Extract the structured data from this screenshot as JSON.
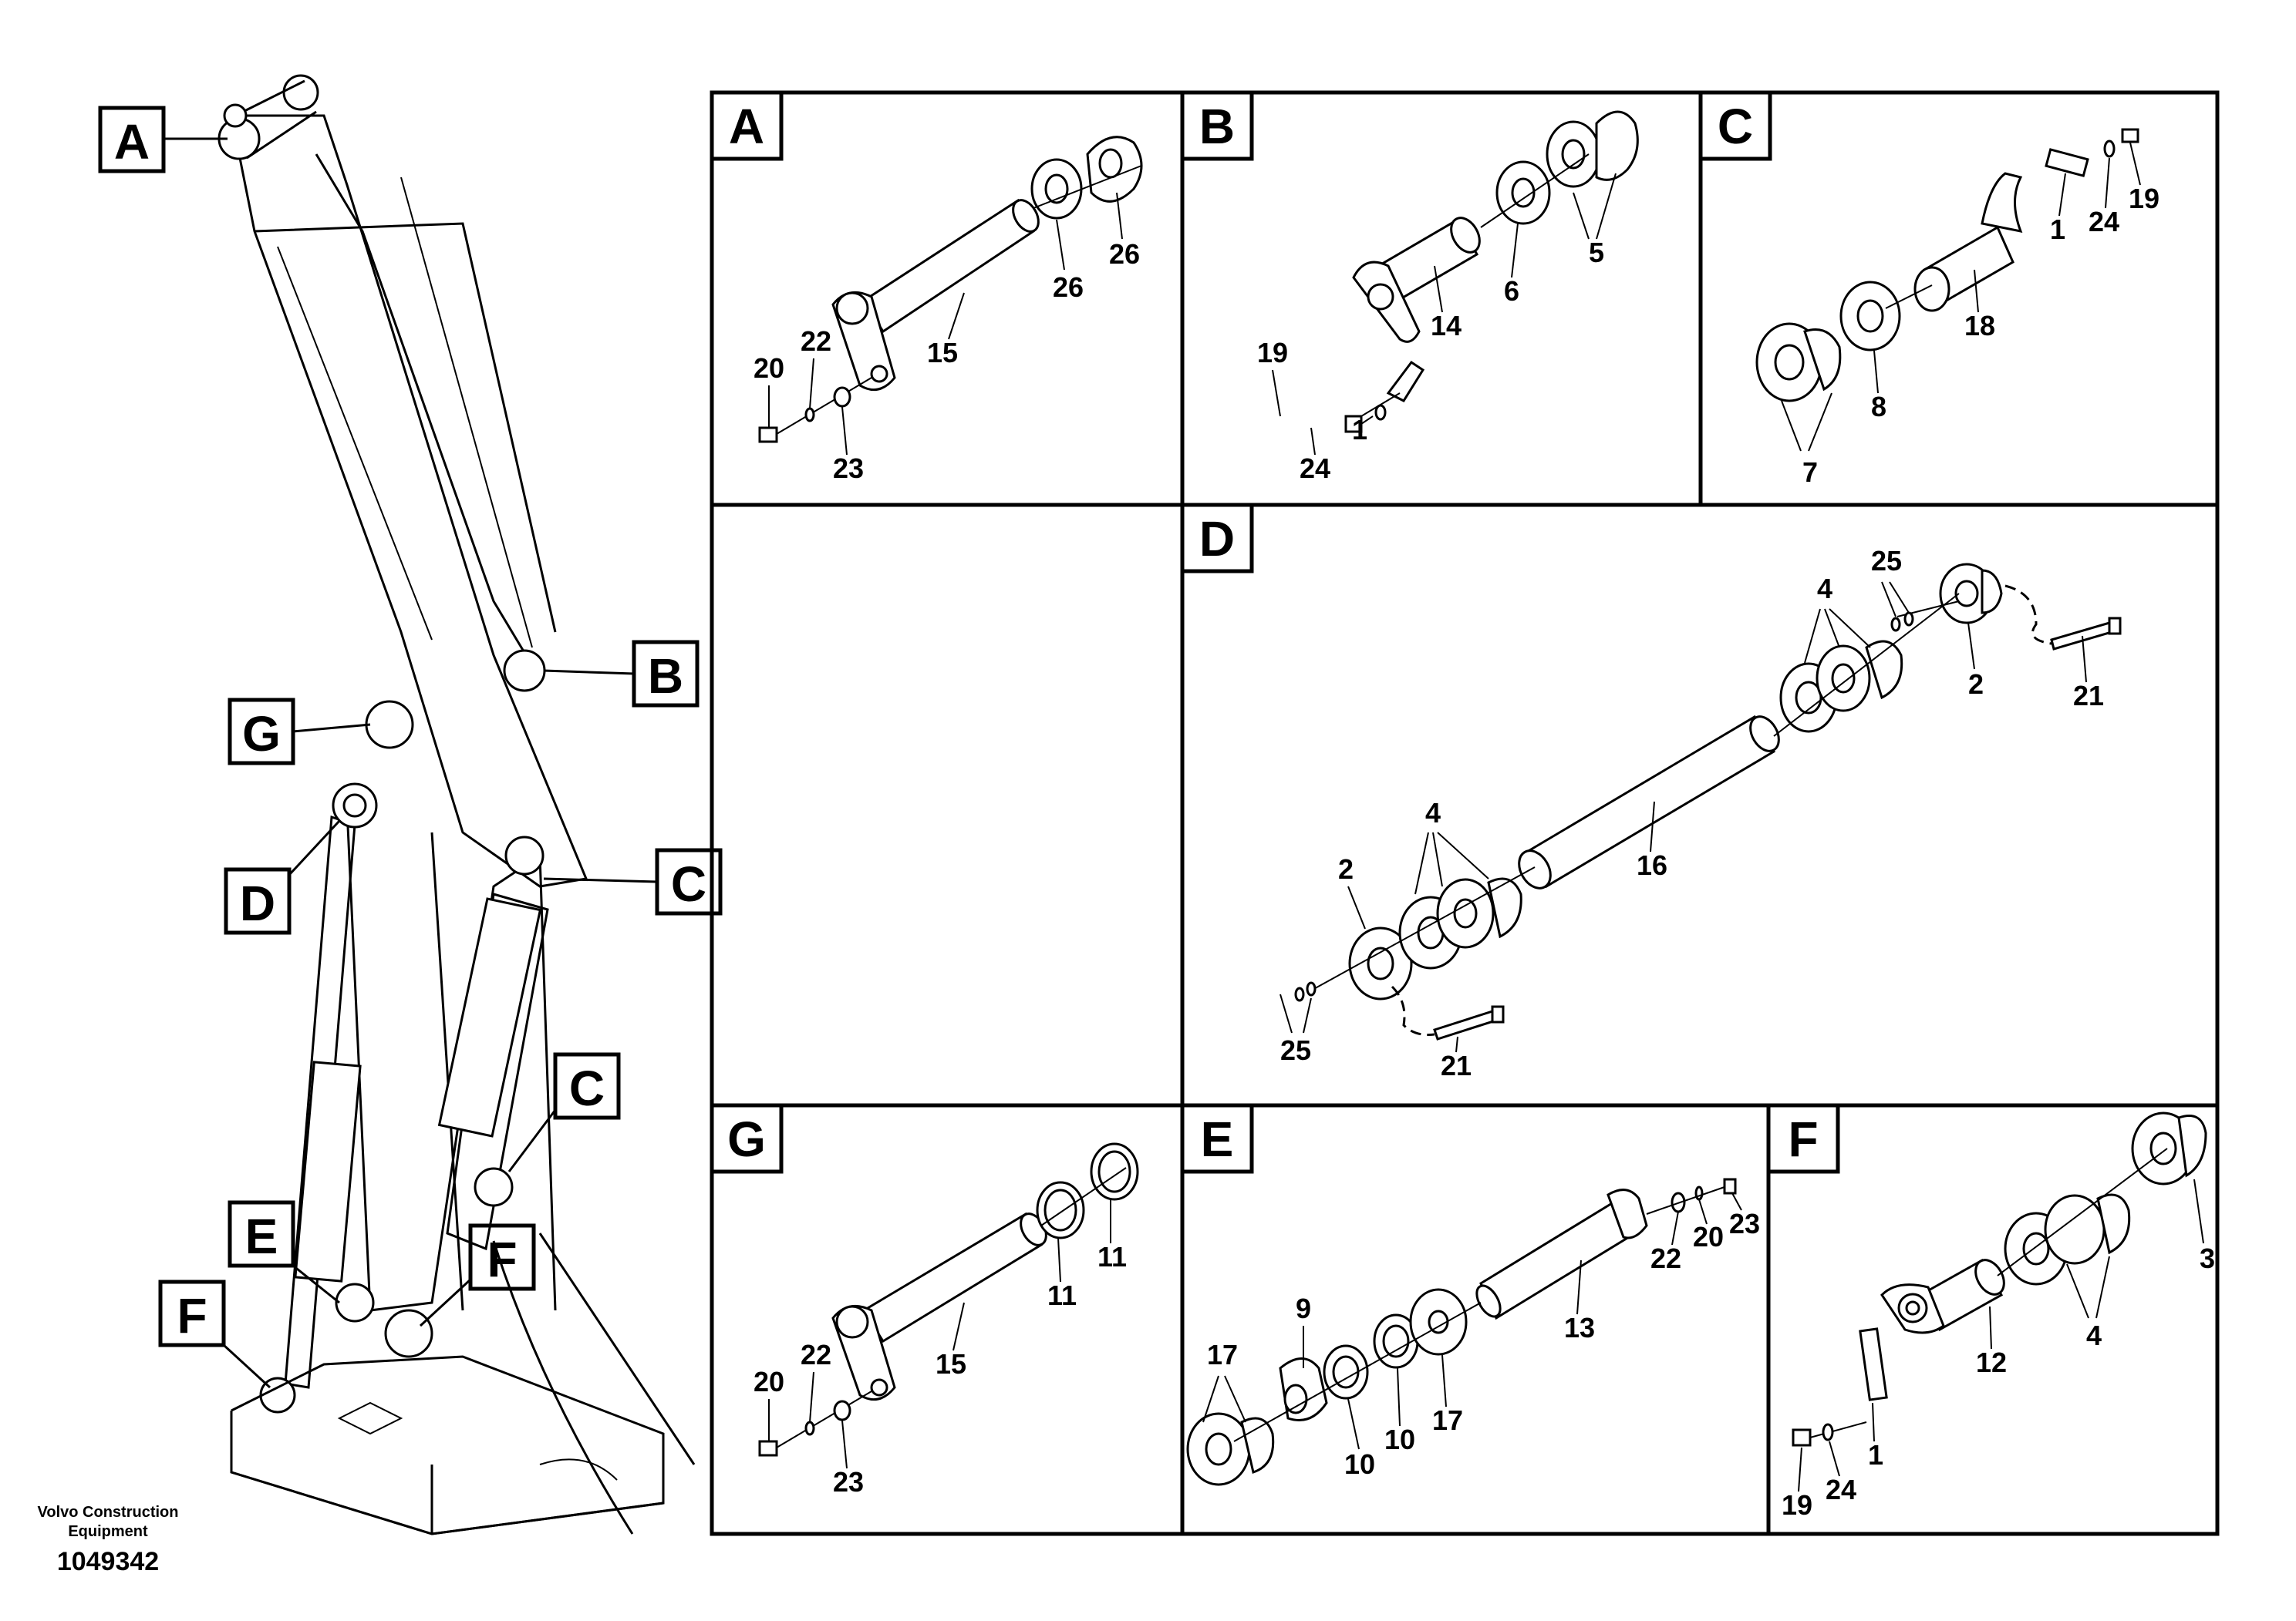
{
  "footer": {
    "company_line1": "Volvo Construction",
    "company_line2": "Equipment",
    "drawing_number": "1049342"
  },
  "overview_callouts": [
    "A",
    "B",
    "G",
    "D",
    "C",
    "C",
    "E",
    "F",
    "F"
  ],
  "panels": {
    "A": {
      "label": "A",
      "parts": [
        "15",
        "26",
        "26",
        "20",
        "22",
        "23"
      ]
    },
    "B": {
      "label": "B",
      "parts": [
        "5",
        "6",
        "14",
        "19",
        "1",
        "24"
      ]
    },
    "C": {
      "label": "C",
      "parts": [
        "1",
        "24",
        "19",
        "18",
        "8",
        "7"
      ]
    },
    "D": {
      "label": "D",
      "parts": [
        "25",
        "4",
        "2",
        "21",
        "16",
        "4",
        "2",
        "25",
        "21"
      ]
    },
    "G": {
      "label": "G",
      "parts": [
        "11",
        "11",
        "15",
        "20",
        "22",
        "23"
      ]
    },
    "E": {
      "label": "E",
      "parts": [
        "20",
        "22",
        "23",
        "13",
        "9",
        "17",
        "10",
        "10",
        "17"
      ]
    },
    "F": {
      "label": "F",
      "parts": [
        "3",
        "4",
        "12",
        "1",
        "24",
        "19"
      ]
    }
  }
}
